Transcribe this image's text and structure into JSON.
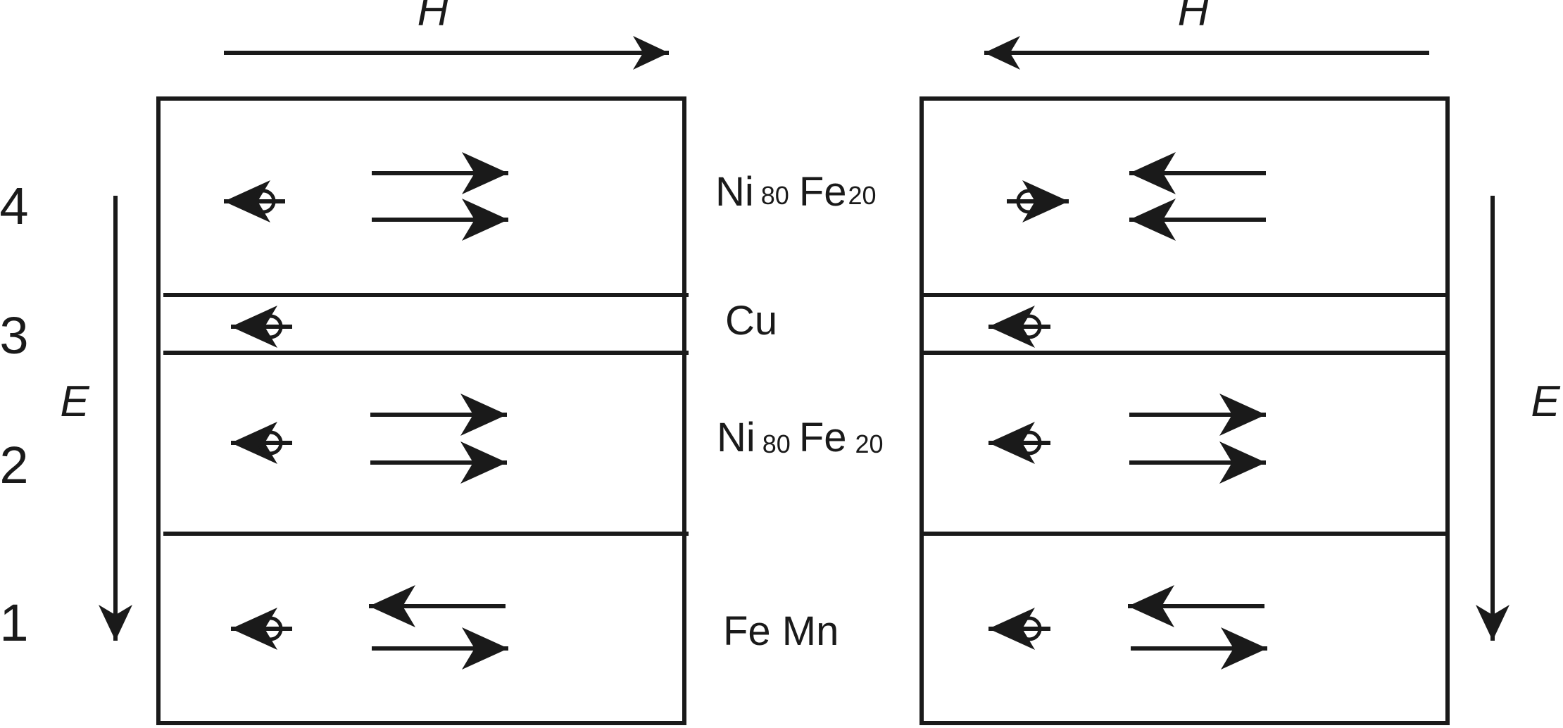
{
  "field_label": "H",
  "efield_label": "E",
  "layer_numbers": [
    "4",
    "3",
    "2",
    "1"
  ],
  "layers": {
    "nife_top": {
      "el1": "Ni",
      "sub1": "80",
      "el2": "Fe",
      "sub2": "20"
    },
    "cu": {
      "text": "Cu"
    },
    "nife_bottom": {
      "el1": "Ni",
      "sub1": "80",
      "el2": "Fe",
      "sub2": "20"
    },
    "femn": {
      "text": "Fe Mn"
    }
  },
  "colors": {
    "ink": "#1a1a1a",
    "background": "#ffffff"
  }
}
